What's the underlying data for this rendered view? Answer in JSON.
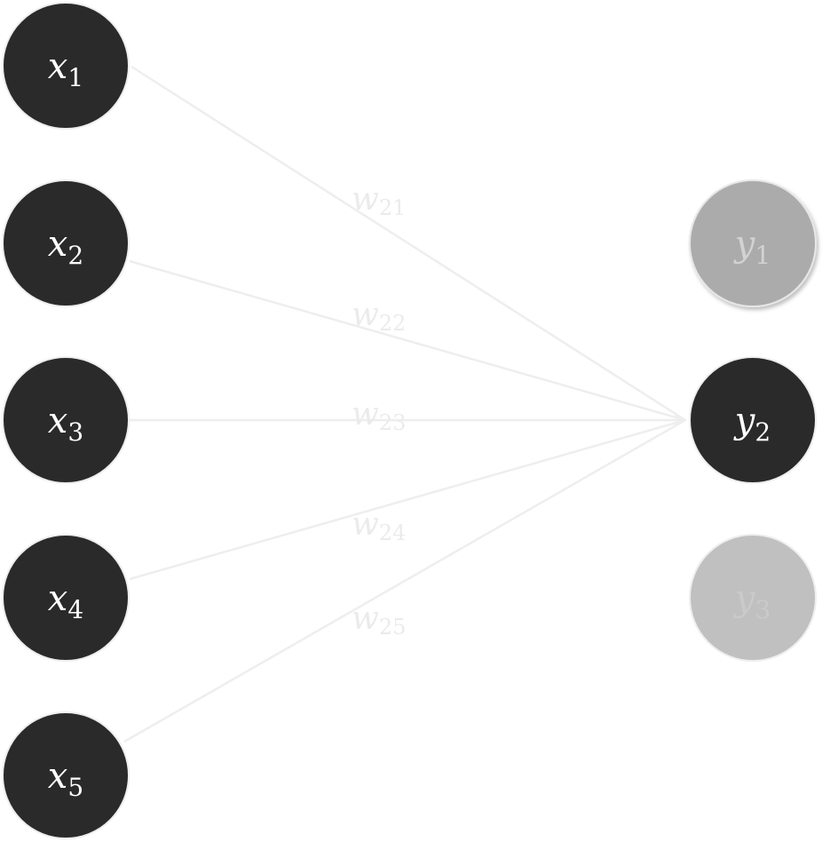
{
  "colors": {
    "node_active": "#2a2a2a",
    "node_y1": "#ababab",
    "node_y3": "#c0c0c0",
    "node_text": "#ffffff",
    "edge": "#eeeeee",
    "weight_label": "#ebebeb",
    "y_faded_text": "#d2d2d2"
  },
  "inputs": [
    {
      "var": "x",
      "sub": "1"
    },
    {
      "var": "x",
      "sub": "2"
    },
    {
      "var": "x",
      "sub": "3"
    },
    {
      "var": "x",
      "sub": "4"
    },
    {
      "var": "x",
      "sub": "5"
    }
  ],
  "outputs": [
    {
      "var": "y",
      "sub": "1",
      "state": "faded"
    },
    {
      "var": "y",
      "sub": "2",
      "state": "active"
    },
    {
      "var": "y",
      "sub": "3",
      "state": "faded"
    }
  ],
  "weights": [
    {
      "var": "w",
      "sub": "21"
    },
    {
      "var": "w",
      "sub": "22"
    },
    {
      "var": "w",
      "sub": "23"
    },
    {
      "var": "w",
      "sub": "24"
    },
    {
      "var": "w",
      "sub": "25"
    }
  ]
}
